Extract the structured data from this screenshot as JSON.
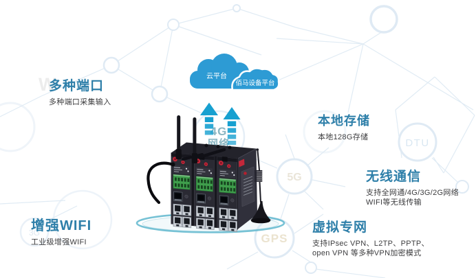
{
  "features": {
    "multi_port": {
      "title": "多种端口",
      "subtitle": "多种端口采集输入"
    },
    "local_storage": {
      "title": "本地存储",
      "subtitle": "本地128G存储"
    },
    "wireless": {
      "title": "无线通信",
      "line1": "支持全网通/4G/3G/2G网络",
      "line2": "WIFI等无线传输"
    },
    "enhanced_wifi": {
      "title": "增强WIFI",
      "subtitle": "工业级增强WIFI"
    },
    "vpn": {
      "title": "虚拟专网",
      "line1": "支持IPsec VPN、L2TP、PPTP、",
      "line2": "open VPN 等多种VPN加密模式"
    }
  },
  "cloud": {
    "platform_label": "云平台",
    "device_platform_label": "佰马设备平台"
  },
  "background_labels": {
    "net4g_line1": "4G",
    "net4g_line2": "网络",
    "label_5g": "5G",
    "label_dtu": "DTU",
    "label_gps": "GPS",
    "label_3g": "3G",
    "watermark": "W"
  },
  "colors": {
    "feature_title": "#2e7fa9",
    "feature_subtitle": "#3c3c3e",
    "cloud_blue": "#2d9bd4",
    "arrow_blue": "#17a0d0",
    "ellipse_teal": "#5fb7ce",
    "mesh_line": "#e0ebf4",
    "device_body": "#2a2a33",
    "terminal_green": "#3f9e4c",
    "connector_red": "#c32638"
  }
}
